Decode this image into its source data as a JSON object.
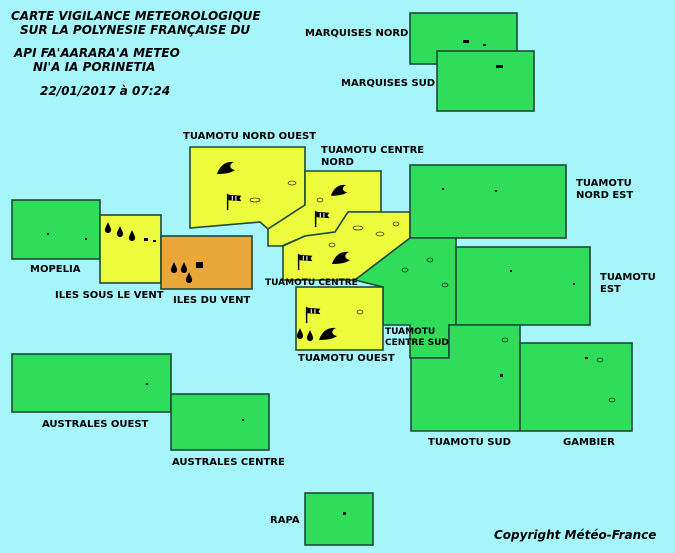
{
  "header": {
    "line1": "CARTE VIGILANCE METEOROLOGIQUE",
    "line2": "SUR LA POLYNESIE FRANÇAISE DU",
    "line3": "API FA'AARARA'A METEO",
    "line4": "NI'A IA PORINETIA",
    "datetime": "22/01/2017 à 07:24"
  },
  "copyright": "Copyright Météo-France",
  "colors": {
    "ocean": "#a6f5fb",
    "green": "#2fdd5a",
    "yellow": "#ecfb3c",
    "orange": "#e9a73a",
    "border": "#1e4a38"
  },
  "zones": [
    {
      "id": "marquises-nord",
      "label": [
        "MARQUISES NORD"
      ],
      "level": "green"
    },
    {
      "id": "marquises-sud",
      "label": [
        "MARQUISES SUD"
      ],
      "level": "green"
    },
    {
      "id": "tuamotu-nord-ouest",
      "label": [
        "TUAMOTU NORD OUEST"
      ],
      "level": "yellow",
      "icons": [
        "wave-icon",
        "wind-icon"
      ]
    },
    {
      "id": "tuamotu-centre-nord",
      "label": [
        "TUAMOTU CENTRE",
        "NORD"
      ],
      "level": "yellow",
      "icons": [
        "wave-icon",
        "wind-icon"
      ]
    },
    {
      "id": "tuamotu-nord-est",
      "label": [
        "TUAMOTU",
        "NORD EST"
      ],
      "level": "green"
    },
    {
      "id": "mopelia",
      "label": [
        "MOPELIA"
      ],
      "level": "green"
    },
    {
      "id": "iles-sous-le-vent",
      "label": [
        "ILES SOUS LE VENT"
      ],
      "level": "yellow",
      "icons": [
        "rain-icon"
      ]
    },
    {
      "id": "iles-du-vent",
      "label": [
        "ILES DU VENT"
      ],
      "level": "orange",
      "icons": [
        "rain-icon"
      ]
    },
    {
      "id": "tuamotu-centre",
      "label": [
        "TUAMOTU CENTRE"
      ],
      "level": "yellow",
      "icons": [
        "wave-icon",
        "wind-icon"
      ]
    },
    {
      "id": "tuamotu-est",
      "label": [
        "TUAMOTU",
        "EST"
      ],
      "level": "green"
    },
    {
      "id": "tuamotu-ouest",
      "label": [
        "TUAMOTU OUEST"
      ],
      "level": "yellow",
      "icons": [
        "wind-icon",
        "rain-icon",
        "wave-icon"
      ]
    },
    {
      "id": "tuamotu-centre-sud",
      "label": [
        "TUAMOTU",
        "CENTRE SUD"
      ],
      "level": "green"
    },
    {
      "id": "australes-ouest",
      "label": [
        "AUSTRALES OUEST"
      ],
      "level": "green"
    },
    {
      "id": "australes-centre",
      "label": [
        "AUSTRALES CENTRE"
      ],
      "level": "green"
    },
    {
      "id": "tuamotu-sud",
      "label": [
        "TUAMOTU SUD"
      ],
      "level": "green"
    },
    {
      "id": "gambier",
      "label": [
        "GAMBIER"
      ],
      "level": "green"
    },
    {
      "id": "rapa",
      "label": [
        "RAPA"
      ],
      "level": "green"
    }
  ]
}
